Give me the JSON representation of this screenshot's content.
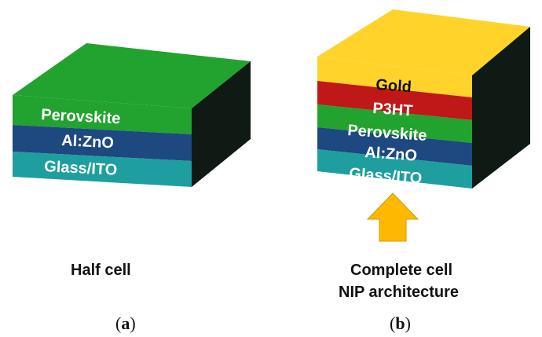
{
  "colors": {
    "gold": "#ffd32a",
    "p3ht": "#c01818",
    "perovskite": "#22a22e",
    "alzno": "#1e4880",
    "glass_ito": "#1e9e9e",
    "arrow": "#ffb800",
    "label_text": "#ffffff",
    "caption_text": "#111111"
  },
  "panel_a": {
    "layers": {
      "perovskite": "Perovskite",
      "alzno": "Al:ZnO",
      "glass_ito": "Glass/ITO"
    },
    "caption": "Half cell",
    "label_open": "(",
    "label_letter": "a",
    "label_close": ")"
  },
  "panel_b": {
    "layers": {
      "gold": "Gold",
      "p3ht": "P3HT",
      "perovskite": "Perovskite",
      "alzno": "Al:ZnO",
      "glass_ito": "Glass/ITO"
    },
    "caption_line1": "Complete cell",
    "caption_line2": "NIP architecture",
    "label_open": "(",
    "label_letter": "b",
    "label_close": ")"
  },
  "icons": {
    "arrow": "up-arrow-icon"
  }
}
